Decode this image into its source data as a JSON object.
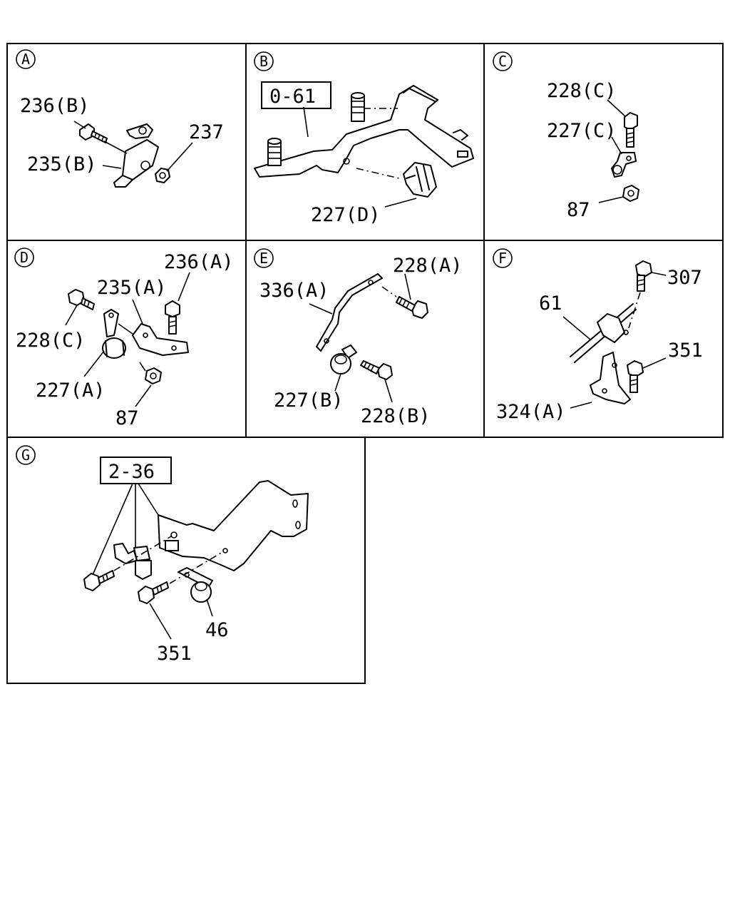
{
  "panels": {
    "A": {
      "letter": "A",
      "labels": [
        "236(B)",
        "235(B)",
        "237"
      ]
    },
    "B": {
      "letter": "B",
      "ref": "0-61",
      "labels": [
        "227(D)"
      ]
    },
    "C": {
      "letter": "C",
      "labels": [
        "228(C)",
        "227(C)",
        "87"
      ]
    },
    "D": {
      "letter": "D",
      "labels": [
        "236(A)",
        "235(A)",
        "228(C)",
        "227(A)",
        "87"
      ]
    },
    "E": {
      "letter": "E",
      "labels": [
        "336(A)",
        "228(A)",
        "227(B)",
        "228(B)"
      ]
    },
    "F": {
      "letter": "F",
      "labels": [
        "307",
        "61",
        "351",
        "324(A)"
      ]
    },
    "G": {
      "letter": "G",
      "ref": "2-36",
      "labels": [
        "46",
        "351"
      ]
    }
  }
}
